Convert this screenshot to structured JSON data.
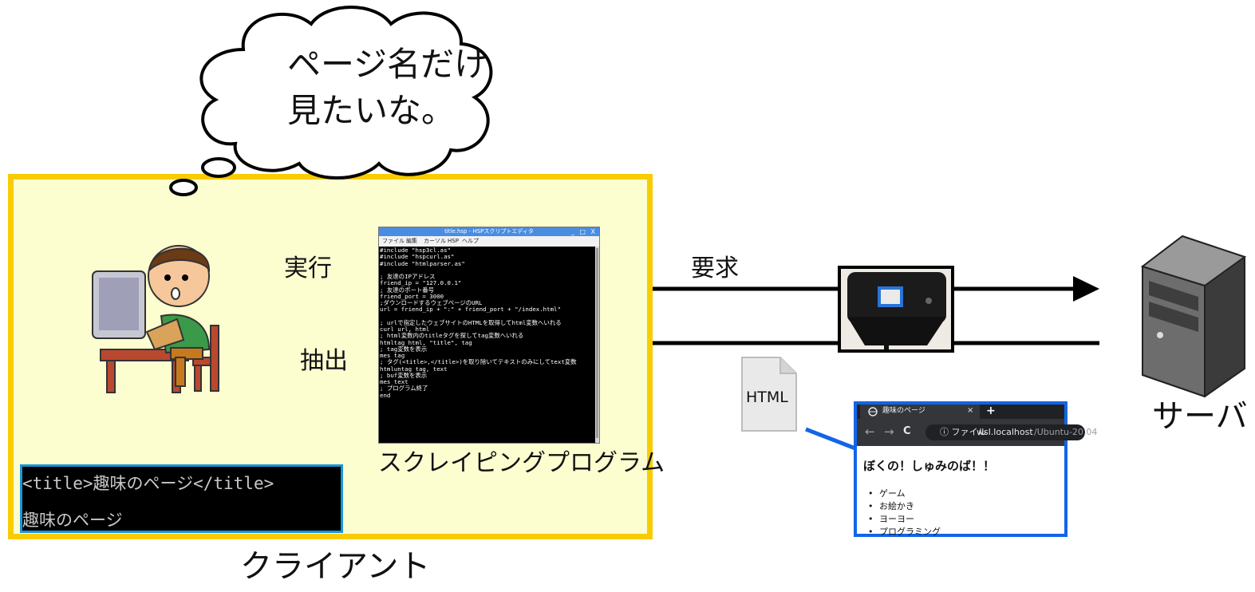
{
  "thought_bubble": {
    "line1": "ページ名だけ",
    "line2": "見たいな。"
  },
  "client": {
    "label": "クライアント",
    "arrow_execute_label": "実行",
    "arrow_extract_label": "抽出"
  },
  "editor": {
    "title": "title.hsp - HSPスクリプトエディタ",
    "window_controls": "_ □ X",
    "menu": [
      "ファイル",
      "編集",
      "カーソル",
      "HSP",
      "ヘルプ"
    ],
    "code_lines": [
      "#include \"hsp3cl.as\"",
      "#include \"hspcurl.as\"",
      "#include \"htmlparser.as\"",
      "",
      "; 友達のIPアドレス",
      "friend_ip = \"127.0.0.1\"",
      "; 友達のポート番号",
      "friend_port = 3000",
      ";ダウンロードするウェブページのURL",
      "url = friend_ip + \":\" + friend_port + \"/index.html\"",
      "",
      "; urlで指定したウェブサイトのHTMLを取得してhtml変数へいれる",
      "curl url, html",
      "; html変数内のtitleタグを探してtag変数へいれる",
      "htmltag html, \"title\", tag",
      "; tag変数を表示",
      "mes tag",
      "; タグ(<title>,</title>)を取り除いてテキストのみにしてtext変数",
      "htmluntag tag, text",
      "; buf変数を表示",
      "mes text",
      "; プログラム終了",
      "end"
    ],
    "caption": "スクレイピングプログラム"
  },
  "console": {
    "line1": "<title>趣味のページ</title>",
    "line2": "趣味のページ"
  },
  "network": {
    "request_label": "要求"
  },
  "file": {
    "label": "HTML"
  },
  "browser": {
    "tab_title": "趣味のページ",
    "tab_close": "×",
    "new_tab": "+",
    "nav_back": "←",
    "nav_forward": "→",
    "nav_reload": "C",
    "url_label": "ⓘ ファイル",
    "url_host": "wsl.localhost",
    "url_path": "/Ubuntu-20.04",
    "heading": "ぼくの！しゅみのば！！",
    "list_items": [
      "ゲーム",
      "お絵かき",
      "ヨーヨー",
      "プログラミング"
    ]
  },
  "server": {
    "label": "サーバ"
  },
  "colors": {
    "client_fill": "#fcfed0",
    "client_border": "#f8cc00",
    "console_border": "#1a95d8",
    "browser_border": "#1265e8",
    "pointer_line": "#1a95d8"
  }
}
